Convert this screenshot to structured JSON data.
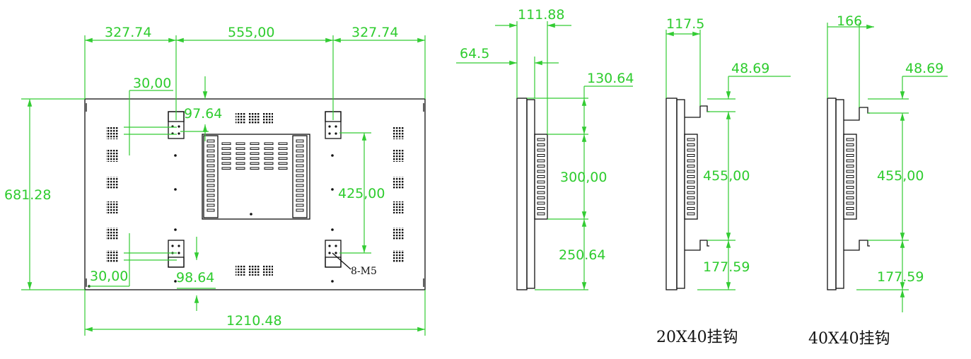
{
  "front_view": {
    "dims": {
      "left_offset": "327.74",
      "center_span": "555,00",
      "right_offset": "327.74",
      "top_clearance": "30,00",
      "bracket_top": "97.64",
      "bracket_vertical": "425,00",
      "height": "681.28",
      "bottom_clearance": "30,00",
      "bracket_bottom": "98.64",
      "width": "1210.48"
    },
    "note": "8-M5"
  },
  "side_view": {
    "dims": {
      "depth_total": "111.88",
      "depth_panel": "64.5",
      "top_to_box": "130.64",
      "box_height": "300,00",
      "box_to_bottom": "250.64"
    }
  },
  "hook_20x40": {
    "dims": {
      "depth": "117.5",
      "hook_top": "48.69",
      "hook_span": "455,00",
      "hook_bottom": "177.59"
    },
    "caption": "20X40挂钩"
  },
  "hook_40x40": {
    "dims": {
      "depth": "166",
      "hook_top": "48.69",
      "hook_span": "455,00",
      "hook_bottom": "177.59"
    },
    "caption": "40X40挂钩"
  },
  "colors": {
    "dimension": "#33cc33",
    "outline": "#111111",
    "background": "#ffffff"
  }
}
